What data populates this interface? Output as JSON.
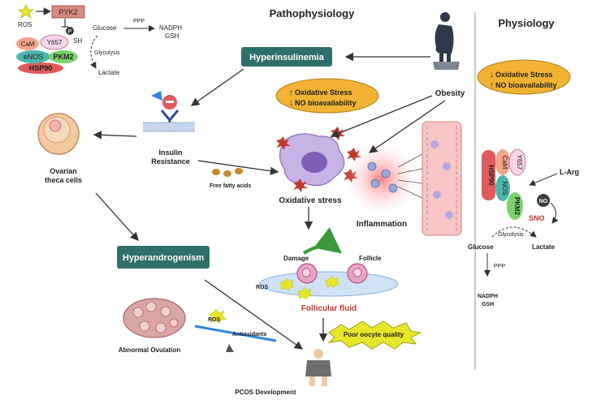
{
  "headings": {
    "pathophysiology": "Pathophysiology",
    "physiology": "Physiology"
  },
  "molecules": {
    "ros": "ROS",
    "pyk2": "PYK2",
    "p": "P",
    "cam": "CaM",
    "y657": "Y657",
    "sh": "SH",
    "enos": "eNOS",
    "pkm2": "PKM2",
    "hsp90": "HSP90",
    "glucose": "Glucose",
    "ppp": "PPP",
    "nadph": "NADPH",
    "gsh": "GSH",
    "glycolysis": "Glycolysis",
    "lactate": "Lactate",
    "nos": "NOS",
    "larg": "L-Arg",
    "no": "NO",
    "sno": "SNO"
  },
  "boxes": {
    "hyperinsulinemia": "Hyperinsulinemia",
    "hyperandrogenism": "Hyperandrogenism",
    "ox_stress_line": "Oxidative Stress",
    "no_bio_line": "NO bioavailability",
    "poor_oocyte": "Poor oocyte quality"
  },
  "arrows": {
    "down": "↓",
    "up": "↑"
  },
  "labels": {
    "obesity": "Obesity",
    "insulin_resistance_1": "Insulin",
    "insulin_resistance_2": "Resistance",
    "ovarian_1": "Ovarian",
    "ovarian_2": "theca cells",
    "free_fatty_acids": "Free fatty acids",
    "oxidative_stress": "Oxidative stress",
    "inflammation": "Inflammation",
    "damage": "Damage",
    "follicle": "Follicle",
    "follicular_fluid": "Follicular fluid",
    "abnormal_ovulation": "Abnormal Ovulation",
    "antioxidants": "Antioxidants",
    "pcos_development": "PCOS Development"
  },
  "colors": {
    "teal_box": "#2f6f6a",
    "orange_ellipse": "#f2b233",
    "yellow_star": "#e6e62a",
    "hsp90_red": "#e05a5a",
    "enos_teal": "#4db6ac",
    "pkm2_green": "#7bd36b",
    "cam_salmon": "#f4a38a",
    "y657_pink": "#f6d6e8",
    "pyk2_rose": "#d98a7f",
    "follicular_red": "#c0392b"
  }
}
